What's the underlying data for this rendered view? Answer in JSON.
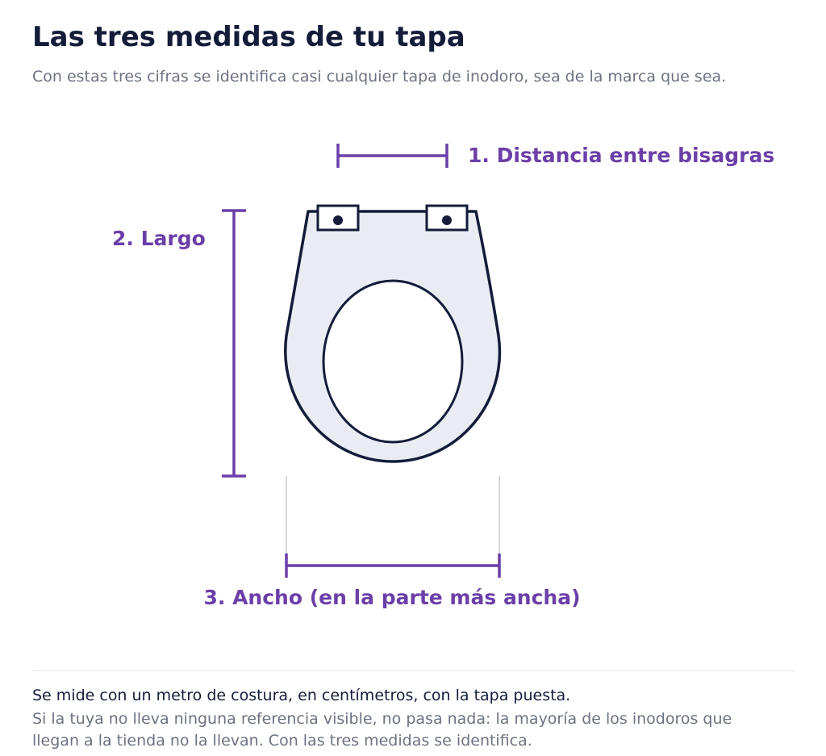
{
  "header": {
    "title": "Las tres medidas de tu tapa",
    "subtitle": "Con estas tres cifras se identifica casi cualquier tapa de inodoro, sea de la marca que sea."
  },
  "diagram": {
    "labels": {
      "hinges": "1. Distancia entre bisagras",
      "length": "2. Largo",
      "width": "3. Ancho (en la parte más ancha)"
    }
  },
  "footer": {
    "main": "Se mide con un metro de costura, en centímetros, con la tapa puesta.",
    "sub": "Si la tuya no lleva ninguna referencia visible, no pasa nada: la mayoría de los inodoros que llegan a la tienda no la llevan. Con las tres medidas se identifica."
  },
  "colors": {
    "accent": "#6b3fa8",
    "outline": "#141c3a",
    "fill": "#e9ecf2",
    "muted": "#6b7280"
  }
}
